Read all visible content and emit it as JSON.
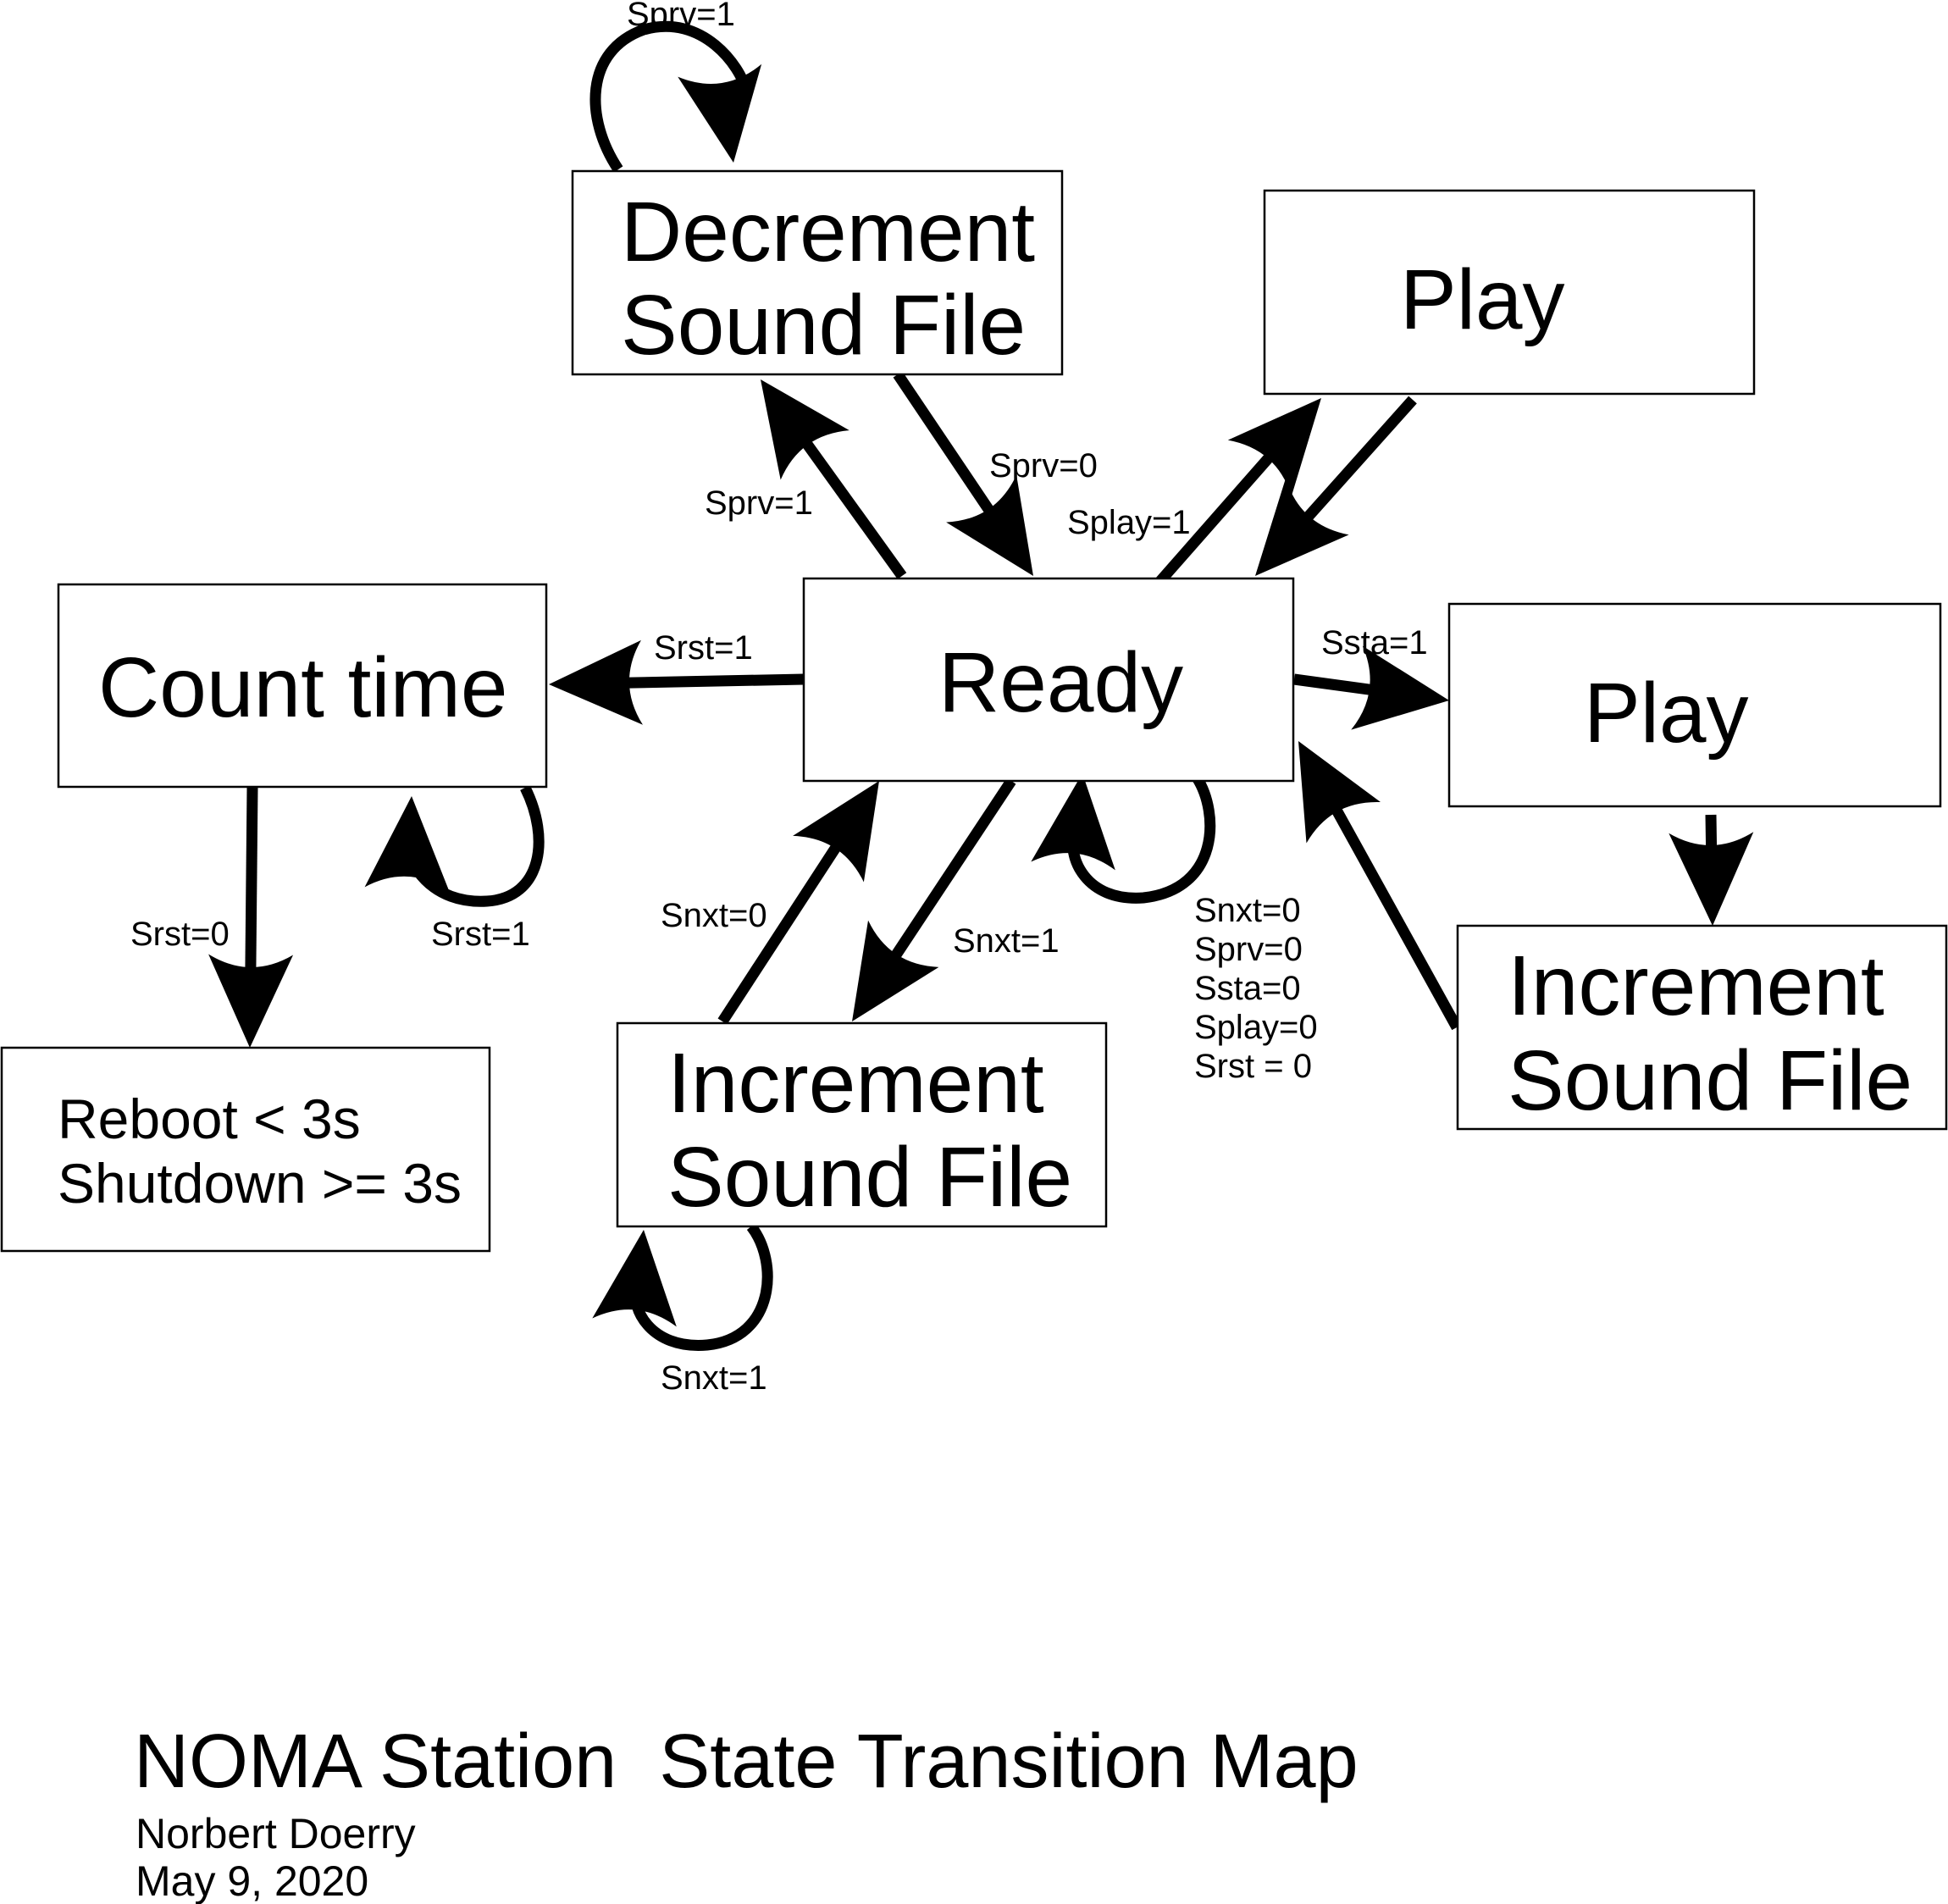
{
  "diagram": {
    "title": "NOMA Station  State Transition Map",
    "author": "Norbert Doerry",
    "date": "May 9, 2020",
    "states": {
      "decrement": [
        "Decrement",
        "Sound File"
      ],
      "play_top": [
        "Play"
      ],
      "count_time": [
        "Count time"
      ],
      "ready": [
        "Ready"
      ],
      "play_right": [
        "Play"
      ],
      "reboot": [
        "Reboot < 3s",
        "Shutdown >= 3s"
      ],
      "increment_mid": [
        "Increment",
        "Sound File"
      ],
      "increment_right": [
        "Increment",
        "Sound File"
      ]
    },
    "transitions": [
      {
        "id": "decrement_self",
        "from": "Decrement Sound File",
        "to": "Decrement Sound File",
        "label": "Sprv=1"
      },
      {
        "id": "ready_to_decrement",
        "from": "Ready",
        "to": "Decrement Sound File",
        "label": "Sprv=1"
      },
      {
        "id": "decrement_to_ready",
        "from": "Decrement Sound File",
        "to": "Ready",
        "label": "Sprv=0"
      },
      {
        "id": "ready_to_play_top",
        "from": "Ready",
        "to": "Play",
        "label": "Splay=1"
      },
      {
        "id": "play_top_to_ready",
        "from": "Play",
        "to": "Ready",
        "label": ""
      },
      {
        "id": "ready_to_count",
        "from": "Ready",
        "to": "Count time",
        "label": "Srst=1"
      },
      {
        "id": "ready_to_play_right",
        "from": "Ready",
        "to": "Play",
        "label": "Ssta=1"
      },
      {
        "id": "play_right_to_increment",
        "from": "Play",
        "to": "Increment Sound File",
        "label": ""
      },
      {
        "id": "increment_right_to_ready",
        "from": "Increment Sound File",
        "to": "Ready",
        "label": ""
      },
      {
        "id": "count_to_reboot",
        "from": "Count time",
        "to": "Reboot / Shutdown",
        "label": "Srst=0"
      },
      {
        "id": "count_self",
        "from": "Count time",
        "to": "Count time",
        "label": "Srst=1"
      },
      {
        "id": "ready_to_increment_mid",
        "from": "Ready",
        "to": "Increment Sound File",
        "label": "Snxt=1"
      },
      {
        "id": "increment_mid_to_ready",
        "from": "Increment Sound File",
        "to": "Ready",
        "label": "Snxt=0"
      },
      {
        "id": "increment_mid_self",
        "from": "Increment Sound File",
        "to": "Increment Sound File",
        "label": "Snxt=1"
      }
    ],
    "ready_self_loop": {
      "from": "Ready",
      "to": "Ready",
      "conditions": [
        "Snxt=0",
        "Sprv=0",
        "Ssta=0",
        "Splay=0",
        "Srst = 0"
      ]
    }
  }
}
